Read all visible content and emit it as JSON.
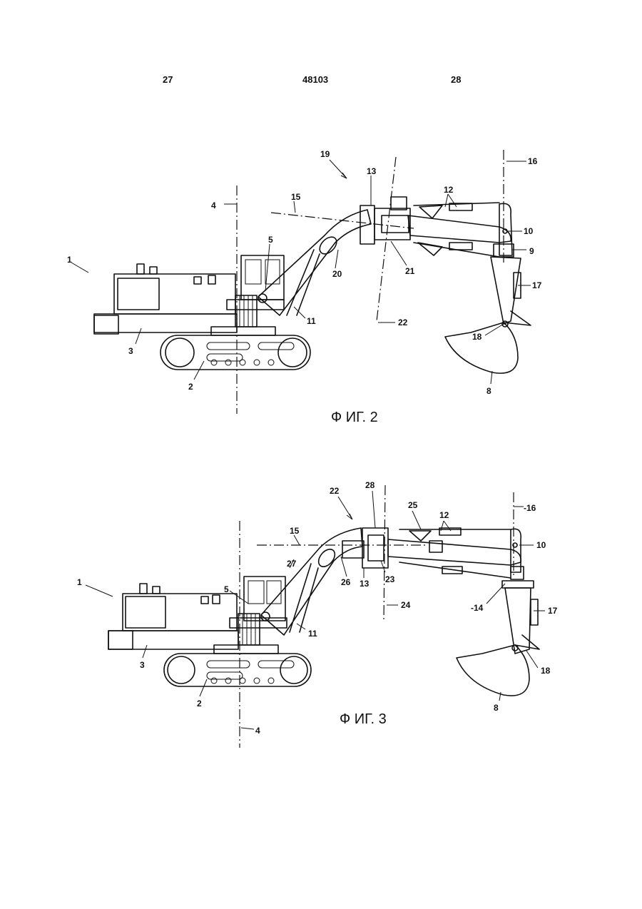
{
  "header": {
    "page_left": "27",
    "doc_number": "48103",
    "page_right": "28"
  },
  "figures": [
    {
      "caption": "Ф ИГ. 2",
      "labels": [
        "19",
        "13",
        "16",
        "4",
        "15",
        "12",
        "10",
        "1",
        "5",
        "9",
        "20",
        "21",
        "17",
        "3",
        "11",
        "22",
        "18",
        "2",
        "8"
      ]
    },
    {
      "caption": "Ф ИГ. 3",
      "labels": [
        "22",
        "28",
        "25",
        "12",
        "-16",
        "15",
        "10",
        "27",
        "1",
        "5",
        "23",
        "13",
        "26",
        "-14",
        "24",
        "17",
        "3",
        "11",
        "18",
        "2",
        "8",
        "4"
      ]
    }
  ]
}
